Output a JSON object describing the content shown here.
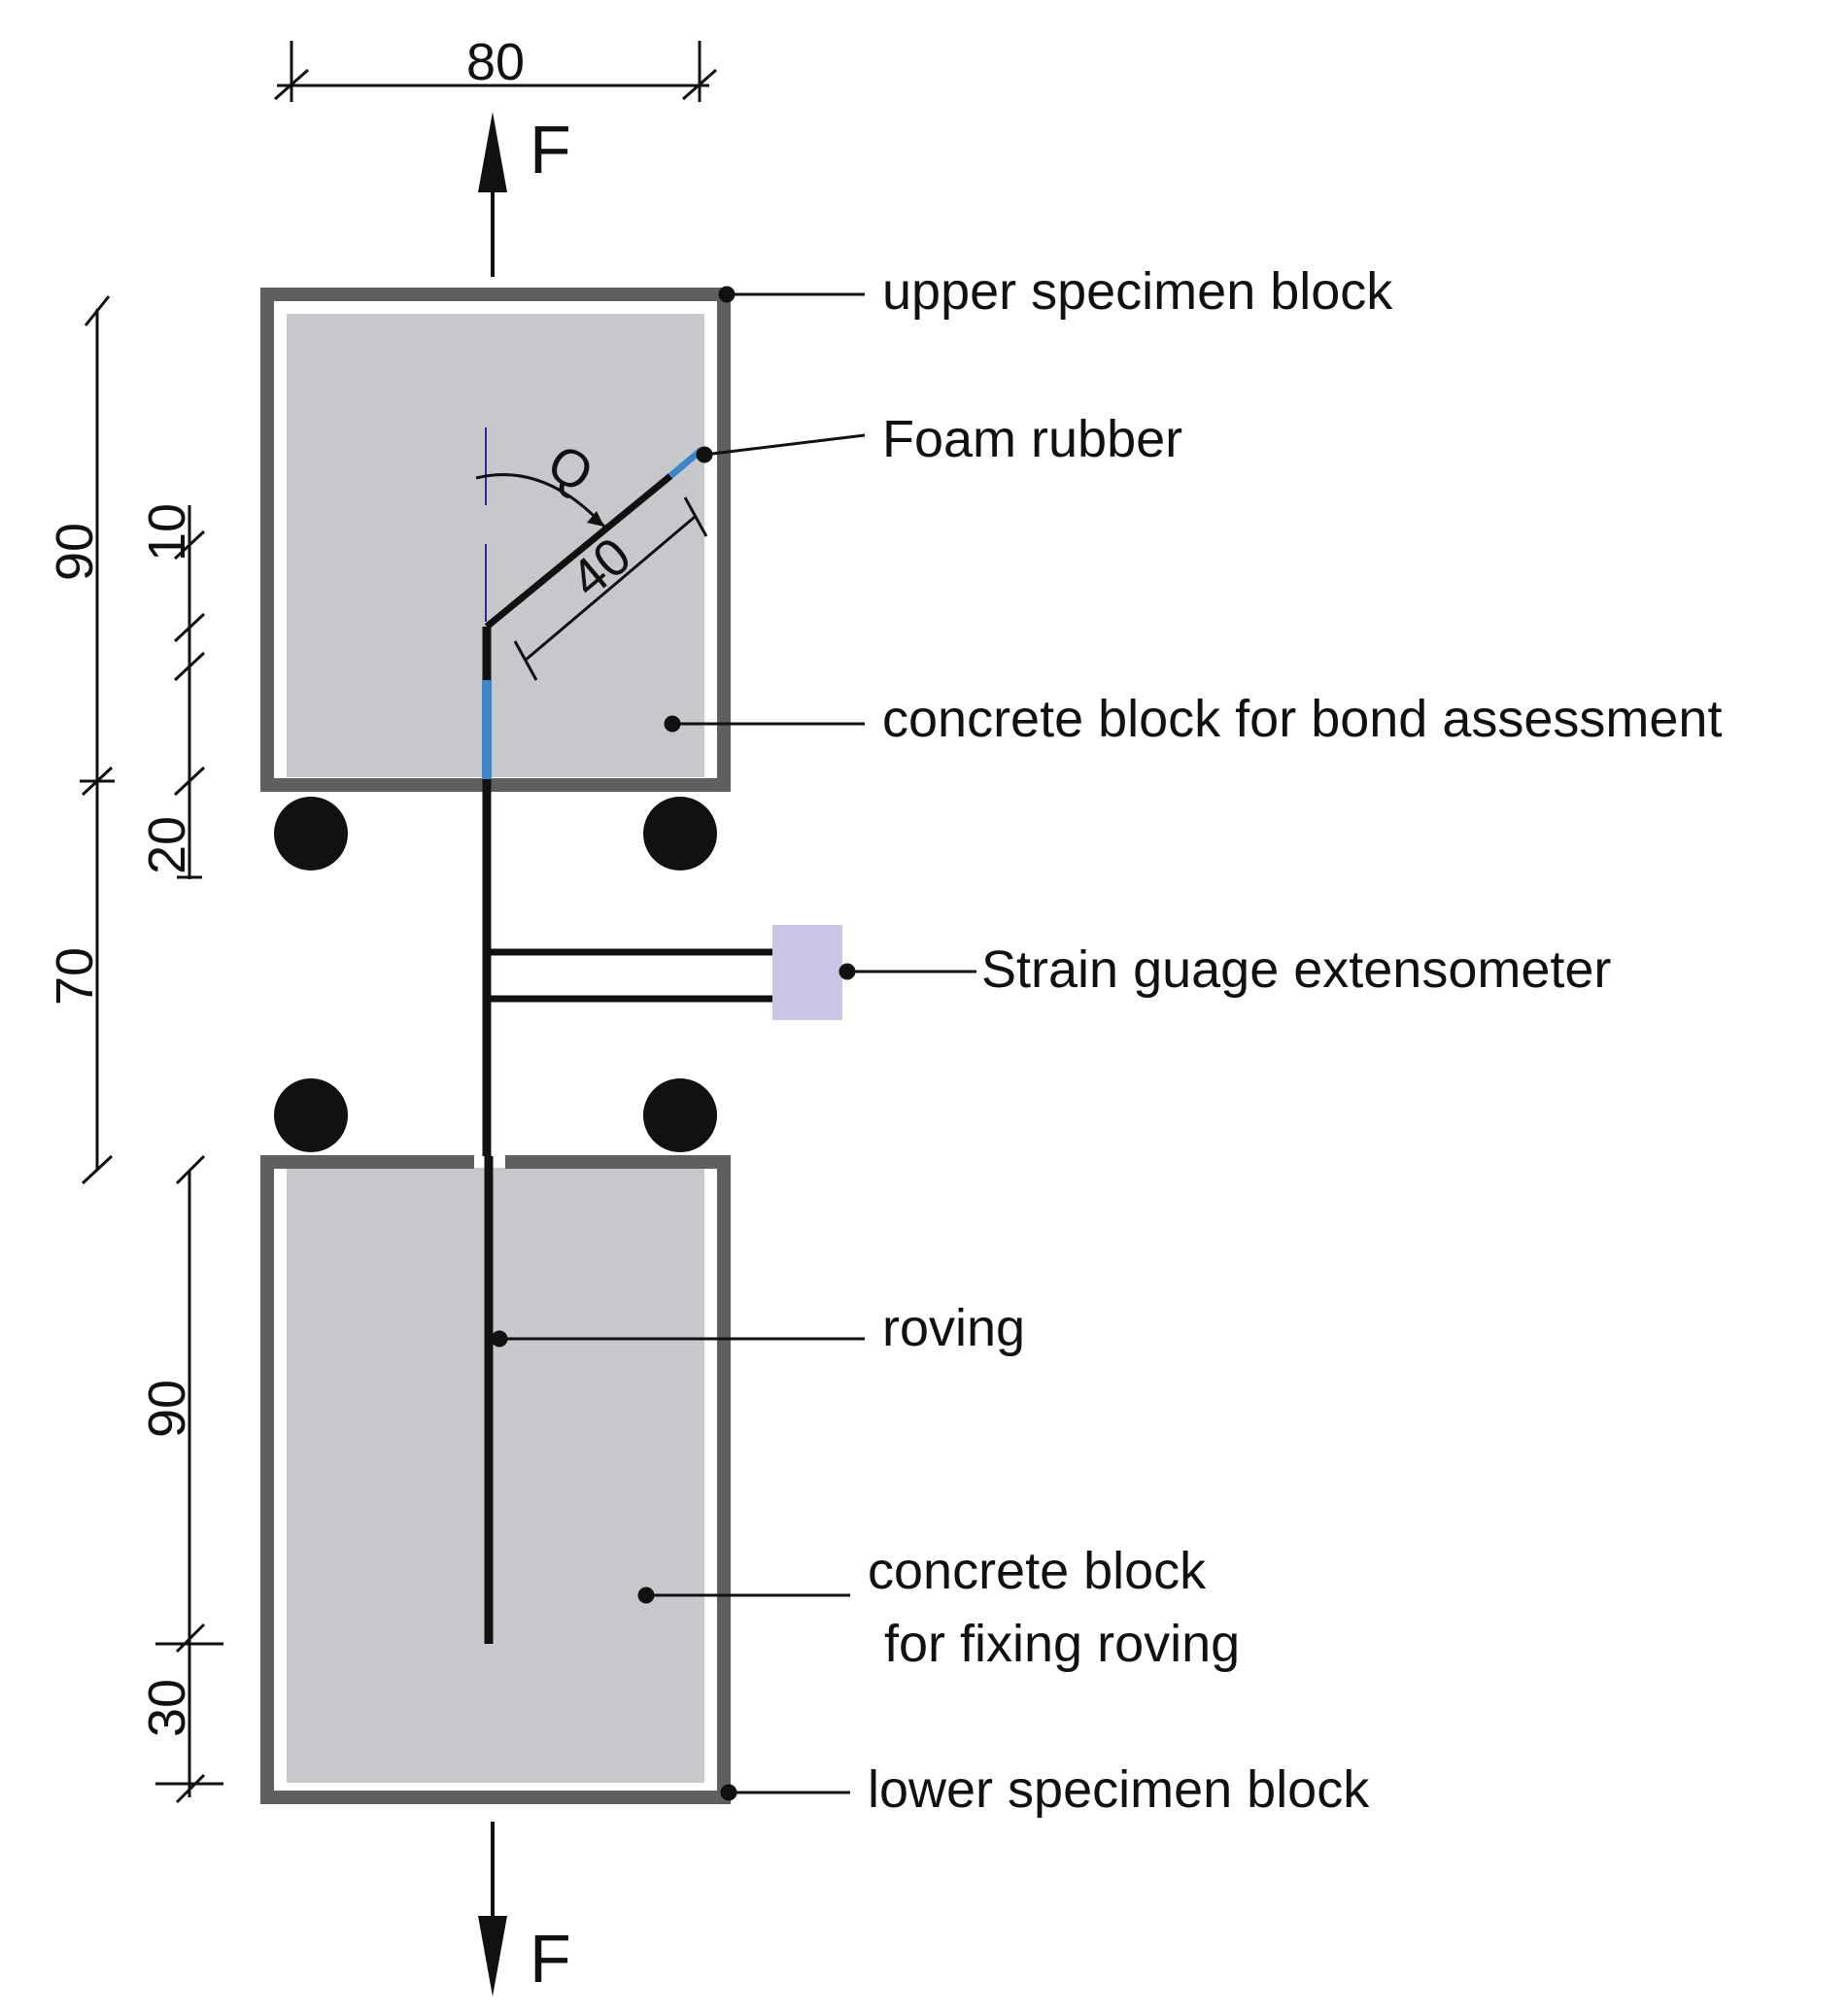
{
  "labels": {
    "upper_block": "upper specimen block",
    "foam": "Foam rubber",
    "bond_block": "concrete block for bond assessment",
    "extensometer": "Strain guage extensometer",
    "roving": "roving",
    "fix_block_line1": "concrete block",
    "fix_block_line2": "for fixing roving",
    "lower_block": "lower specimen block"
  },
  "forces": {
    "top": "F",
    "bottom": "F"
  },
  "angle_label": "Q",
  "dimensions": {
    "width": "80",
    "upper_height": "90",
    "foam_length": "10",
    "gap_20": "20",
    "gap_70": "70",
    "lower_height": "90",
    "bottom_30": "30",
    "bond_length": "40"
  },
  "colors": {
    "steel_frame": "#5f5f5f",
    "concrete": "#c6c8cc",
    "roving": "#111111",
    "bond_zone": "#3f86c9",
    "extensometer": "#c9c6e8"
  }
}
